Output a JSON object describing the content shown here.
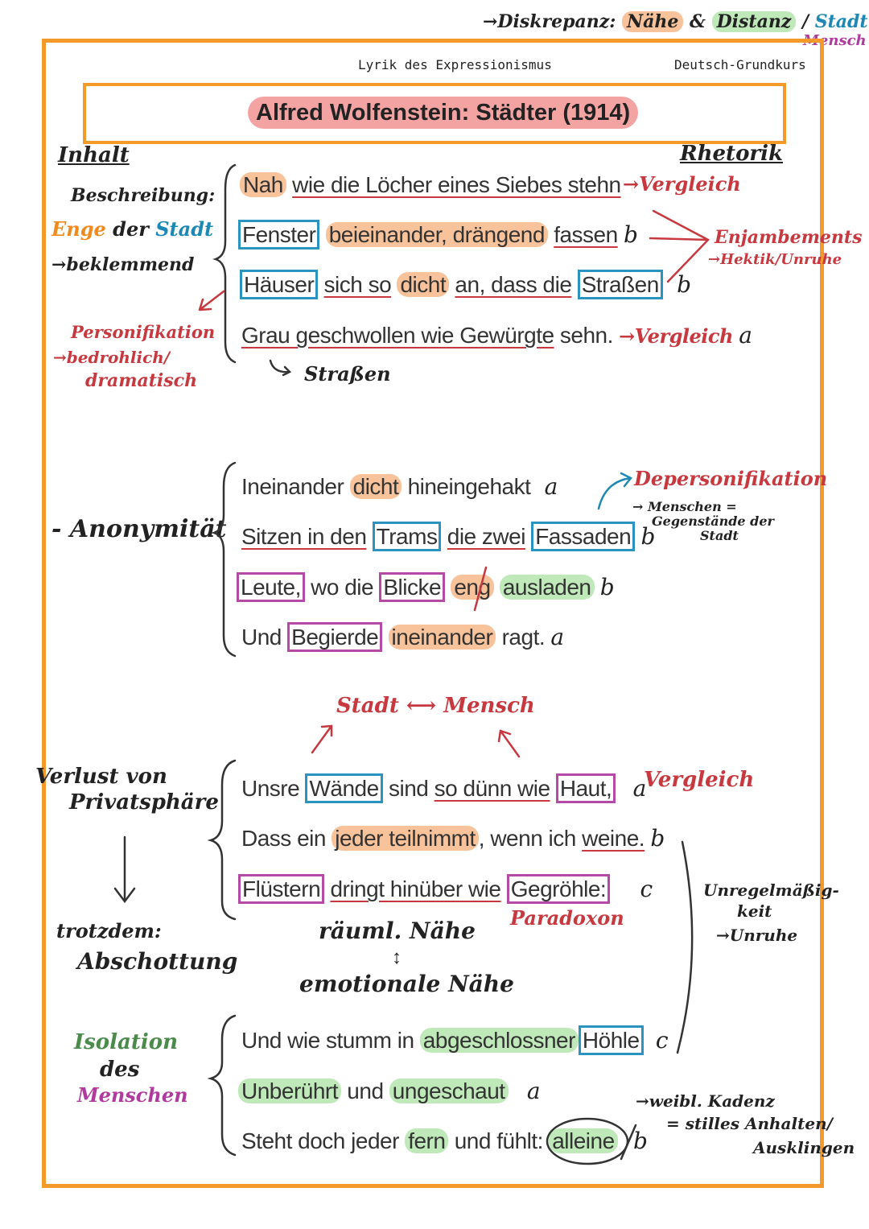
{
  "top_note": {
    "prefix": "→Diskrepanz:",
    "naehe": "Nähe",
    "and": "&",
    "distanz": "Distanz",
    "slash": "/",
    "stadt": "Stadt",
    "mensch": "Mensch"
  },
  "header": {
    "left": "Lyrik des Expressionismus",
    "right": "Deutsch-Grundkurs"
  },
  "title": "Alfred Wolfenstein: Städter (1914)",
  "labels": {
    "inhalt": "Inhalt",
    "rhetorik": "Rhetorik",
    "beschreibung": "Beschreibung:",
    "enge": "Enge",
    "der": "der",
    "stadt": "Stadt",
    "beklemmend": "→beklemmend",
    "personifikation": "Personifikation",
    "bedrohlich": "→bedrohlich/",
    "dramatisch": "dramatisch",
    "strassen": "Straßen",
    "anonymitaet": "- Anonymität",
    "depersonifikation": "Depersonifikation",
    "menschen_gegenstaende_1": "→ Menschen =",
    "menschen_gegenstaende_2": "Gegenstände der",
    "menschen_gegenstaende_3": "Stadt",
    "stadt_mensch": "Stadt ⟷ Mensch",
    "verlust_1": "Verlust von",
    "verlust_2": "Privatsphäre",
    "trotzdem": "trotzdem:",
    "abschottung": "Abschottung",
    "raeuml_naehe": "räuml. Nähe",
    "emotionale_naehe": "emotionale Nähe",
    "paradoxon": "Paradoxon",
    "vergleich_1": "→Vergleich",
    "enjambements": "Enjambements",
    "hektik": "→Hektik/Unruhe",
    "vergleich_2": "→Vergleich",
    "vergleich_3": "Vergleich",
    "unregelmaessig_1": "Unregelmäßig-",
    "unregelmaessig_2": "keit",
    "unruhe": "→Unruhe",
    "isolation": "Isolation",
    "des": "des",
    "menschen": "Menschen",
    "weibl_kadenz": "→weibl. Kadenz",
    "stilles_1": "= stilles Anhalten/",
    "stilles_2": "Ausklingen"
  },
  "stanza1": {
    "l1": {
      "a": "Nah",
      "b": "wie die Löcher eines Siebes stehn"
    },
    "l2": {
      "a": "Fenster",
      "b": "beieinander, drängend",
      "c": "fassen",
      "rhyme": "b"
    },
    "l3": {
      "a": "Häuser",
      "b": "sich so",
      "c": "dicht",
      "d": "an, dass die",
      "e": "Straßen",
      "rhyme": "b"
    },
    "l4": {
      "a": "Grau geschwollen wie Gewürgte",
      "b": "sehn.",
      "rhyme": "a"
    }
  },
  "stanza2": {
    "l1": {
      "a": "Ineinander",
      "b": "dicht",
      "c": "hineingehakt",
      "rhyme": "a"
    },
    "l2": {
      "a": "Sitzen in den",
      "b": "Trams",
      "c": "die zwei",
      "d": "Fassaden",
      "rhyme": "b"
    },
    "l3": {
      "a": "Leute,",
      "b": "wo die",
      "c": "Blicke",
      "d": "eng",
      "e": "ausladen",
      "rhyme": "b"
    },
    "l4": {
      "a": "Und",
      "b": "Begierde",
      "c": "ineinander",
      "d": "ragt.",
      "rhyme": "a"
    }
  },
  "stanza3": {
    "l1": {
      "a": "Unsre",
      "b": "Wände",
      "c": "sind",
      "d": "so dünn wie",
      "e": "Haut,",
      "rhyme": "a"
    },
    "l2": {
      "a": "Dass ein",
      "b": "jeder teilnimmt",
      "c": ", wenn ich",
      "d": "weine.",
      "rhyme": "b"
    },
    "l3": {
      "a": "Flüstern",
      "b": "dringt hinüber wie",
      "c": "Gegröhle:",
      "rhyme": "c"
    }
  },
  "stanza4": {
    "l1": {
      "a": "Und wie stumm in",
      "b": "abgeschlossner",
      "c": "Höhle",
      "rhyme": "c"
    },
    "l2": {
      "a": "Unberührt",
      "b": "und",
      "c": "ungeschaut",
      "rhyme": "a"
    },
    "l3": {
      "a": "Steht doch jeder",
      "b": "fern",
      "c": "und fühlt:",
      "d": "alleine",
      "rhyme": "b"
    }
  }
}
